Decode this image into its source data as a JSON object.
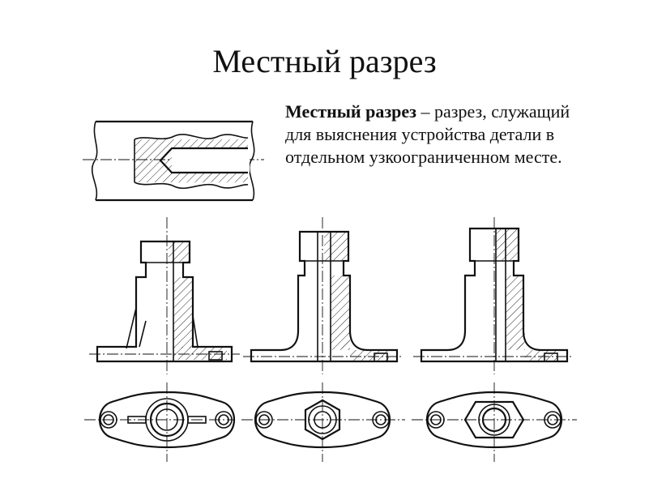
{
  "slide": {
    "title": "Местный разрез",
    "definition": {
      "term": "Местный разрез",
      "rest": " – разрез, служащий для выяснения устройства детали в отдельном узкоограниченном месте."
    }
  },
  "colors": {
    "ink": "#111111",
    "background": "#ffffff"
  }
}
